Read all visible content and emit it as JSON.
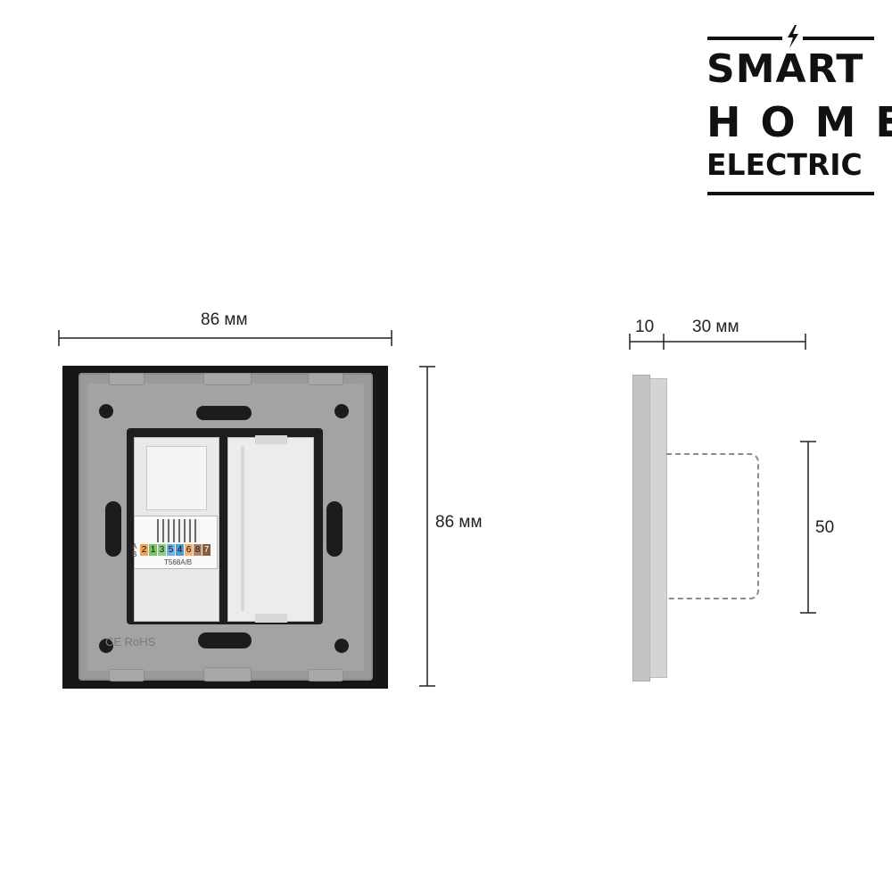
{
  "logo": {
    "line1": "SMART",
    "line2": "HOME",
    "line3": "ELECTRIC",
    "icon": "lightning-bolt-icon"
  },
  "front_view": {
    "width_label": "86 мм",
    "height_label": "86 мм",
    "keystone": {
      "row_a": "A",
      "row_b": "B",
      "codes": [
        "2",
        "1",
        "3",
        "5",
        "4",
        "6",
        "8",
        "7"
      ],
      "standard": "T568A/B"
    },
    "cert_marks": "CE RoHS"
  },
  "side_view": {
    "plate_depth_label": "10",
    "body_depth_label": "30 мм",
    "body_height_label": "50"
  },
  "colors": {
    "frame": "#161616",
    "plate": "#9a9a9a",
    "accent_text": "#111111"
  }
}
